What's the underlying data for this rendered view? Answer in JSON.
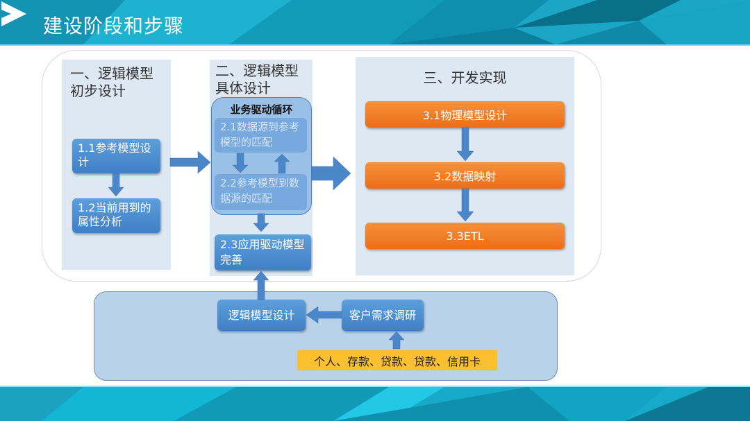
{
  "header": {
    "title": "建设阶段和步骤",
    "logo_icon": "play-logo-icon"
  },
  "stages": [
    {
      "title": "一、逻辑模型初步设计",
      "steps": [
        "1.1参考模型设计",
        "1.2当前用到的属性分析"
      ]
    },
    {
      "title": "二、逻辑模型具体设计",
      "loop_title": "业务驱动循环",
      "loop_steps": [
        "2.1数据源到参考模型的匹配",
        "2.2参考模型到数据源的匹配"
      ],
      "steps": [
        "2.3应用驱动模型完善"
      ]
    },
    {
      "title": "三、开发实现",
      "steps": [
        "3.1物理模型设计",
        "3.2数据映射",
        "3.3ETL"
      ]
    }
  ],
  "bottom": {
    "logic_design": "逻辑模型设计",
    "customer_research": "客户需求调研",
    "domains": "个人、存款、贷款、贷款、信用卡"
  },
  "colors": {
    "header": "#1aa6c4",
    "blue_box": "#4a8ad0",
    "orange_box": "#f07a20",
    "yellow": "#fbc02d",
    "arrow": "#4a86c8"
  }
}
